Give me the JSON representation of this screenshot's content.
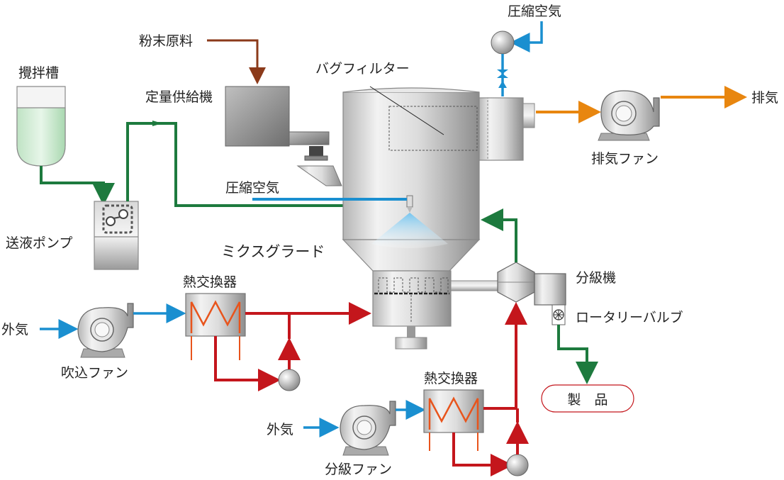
{
  "labels": {
    "stirring_tank": "攪拌槽",
    "powder_material": "粉末原料",
    "feeder": "定量供給機",
    "bag_filter": "バグフィルター",
    "compressed_air_top": "圧縮空気",
    "compressed_air_nozzle": "圧縮空気",
    "exhaust": "排気",
    "exhaust_fan": "排気ファン",
    "liquid_pump": "送液ポンプ",
    "mix_granulator": "ミクスグラード",
    "classifier": "分級機",
    "rotary_valve": "ロータリーバルブ",
    "heat_exchanger_1": "熱交換器",
    "outside_air_1": "外気",
    "blower_fan": "吹込ファン",
    "heat_exchanger_2": "熱交換器",
    "outside_air_2": "外気",
    "classifier_fan": "分級ファン",
    "product": "製　品"
  },
  "colors": {
    "powder_line": "#8b3a1a",
    "liquid_line": "#1d7a3e",
    "air_line": "#1a8fd0",
    "hot_air_line": "#c4161c",
    "exhaust_line": "#e8860f",
    "coil": "#e8541c"
  }
}
